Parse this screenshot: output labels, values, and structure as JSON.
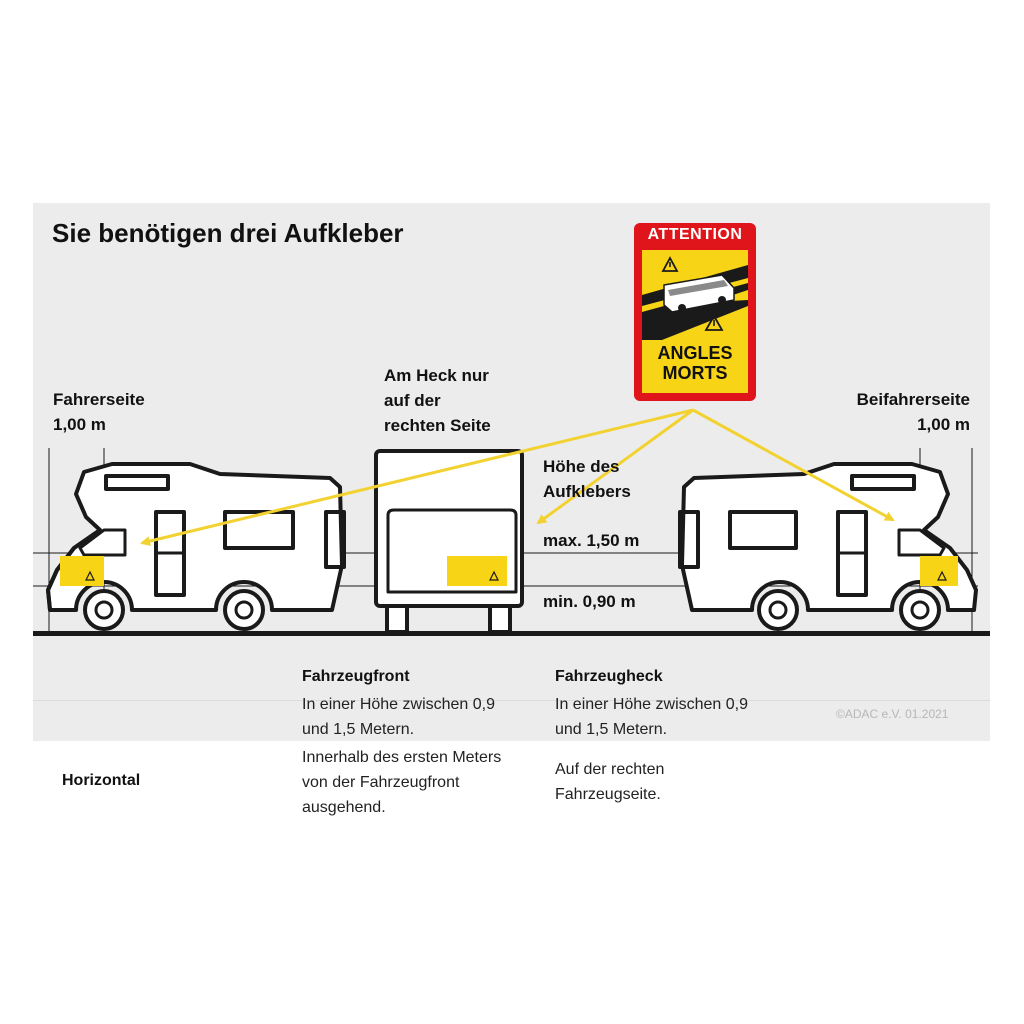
{
  "title": "Sie benötigen drei Aufkleber",
  "labels": {
    "driver_side": [
      "Fahrerseite",
      "1,00 m"
    ],
    "rear": [
      "Am Heck nur",
      "auf der",
      "rechten Seite"
    ],
    "passenger_side": [
      "Beifahrerseite",
      "1,00 m"
    ],
    "height": [
      "Höhe des",
      "Aufklebers"
    ],
    "max": "max. 1,50 m",
    "min": "min. 0,90 m"
  },
  "sign": {
    "top_text": "ATTENTION",
    "bottom_text": [
      "ANGLES",
      "MORTS"
    ],
    "colors": {
      "border": "#e0141b",
      "field": "#f7d416"
    }
  },
  "info": {
    "row_label": "Horizontal",
    "front": {
      "heading": "Fahrzeugfront",
      "vertical": [
        "In einer Höhe zwischen 0,9",
        "und 1,5 Metern."
      ],
      "horizontal": [
        "Innerhalb des ersten Meters",
        "von der Fahrzeugfront",
        "ausgehend."
      ]
    },
    "rear": {
      "heading": "Fahrzeugheck",
      "vertical": [
        "In einer Höhe zwischen 0,9",
        "und 1,5 Metern."
      ],
      "horizontal": [
        "Auf der rechten",
        "Fahrzeugseite."
      ]
    }
  },
  "copyright": "©ADAC e.V.  01.2021",
  "colors": {
    "sticker": "#f7d416",
    "arrow": "#f2d230",
    "outline": "#1a1a1a",
    "panel": "#ececec"
  }
}
